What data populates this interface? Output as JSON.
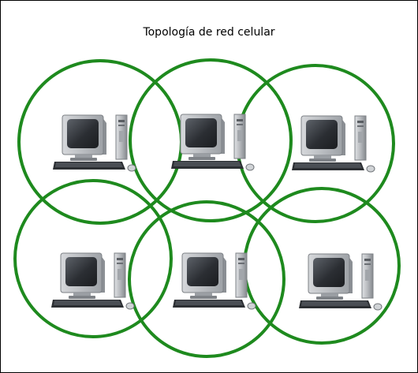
{
  "title": "Topología de red celular",
  "colors": {
    "cell_ring": "#1e8a1e",
    "monitor_body": "#b9bcc0",
    "monitor_screen": "#2b2e33",
    "tower_body": "#c2c5c9",
    "keyboard": "#2c2f33",
    "border": "#000000"
  },
  "nodes": [
    {
      "id": "computer-1",
      "icon": "desktop-computer-icon"
    },
    {
      "id": "computer-2",
      "icon": "desktop-computer-icon"
    },
    {
      "id": "computer-3",
      "icon": "desktop-computer-icon"
    },
    {
      "id": "computer-4",
      "icon": "desktop-computer-icon"
    },
    {
      "id": "computer-5",
      "icon": "desktop-computer-icon"
    },
    {
      "id": "computer-6",
      "icon": "desktop-computer-icon"
    }
  ]
}
